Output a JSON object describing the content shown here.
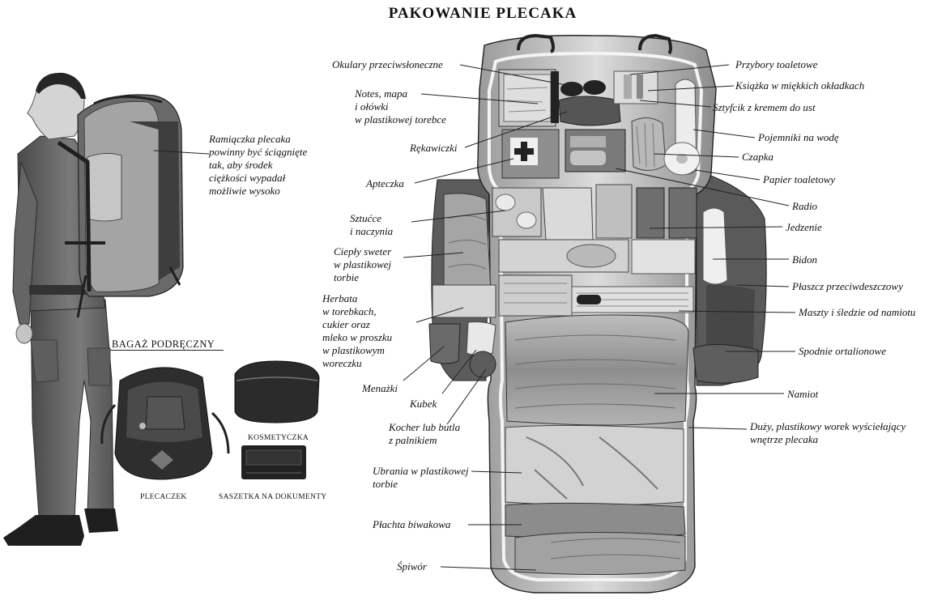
{
  "title": "PAKOWANIE PLECAKA",
  "left": {
    "shoulder_note": "Ramiączka plecaka\npowinny być ściągnięte\ntak, aby środek\nciężkości wypadał\nmożliwie wysoko",
    "hand_luggage_heading": "BAGAŻ PODRĘCZNY",
    "daypack": "PLECACZEK",
    "toiletry_bag": "KOSMETYCZKA",
    "document_pouch": "SASZETKA NA DOKUMENTY"
  },
  "labels_left": [
    "Okulary przeciwsłoneczne",
    "Notes, mapa\ni ołówki\nw plastikowej torebce",
    "Rękawiczki",
    "Apteczka",
    "Sztućce\ni naczynia",
    "Ciepły sweter\nw plastikowej\ntorbie",
    "Herbata\nw torebkach,\ncukier oraz\nmleko w proszku\nw plastikowym\nworeczku",
    "Menażki",
    "Kubek",
    "Kocher lub butla\nz palnikiem",
    "Ubrania w plastikowej\ntorbie",
    "Płachta biwakowa",
    "Śpiwór"
  ],
  "labels_right": [
    "Przybory toaletowe",
    "Książka w miękkich okładkach",
    "Sztyfcik z kremem do ust",
    "Pojemniki na wodę",
    "Czapka",
    "Papier toaletowy",
    "Radio",
    "Jedzenie",
    "Bidon",
    "Płaszcz przeciwdeszczowy",
    "Maszty i śledzie od namiotu",
    "Spodnie ortalionowe",
    "Namiot",
    "Duży, plastikowy worek wyściełający\nwnętrze plecaka"
  ],
  "palette": {
    "ink": "#111111",
    "pack_dark": "#3a3a3a",
    "pack_mid": "#8a8a8a",
    "pack_light": "#cfcfcf",
    "pack_pale": "#e6e6e6",
    "leader": "#222222"
  }
}
